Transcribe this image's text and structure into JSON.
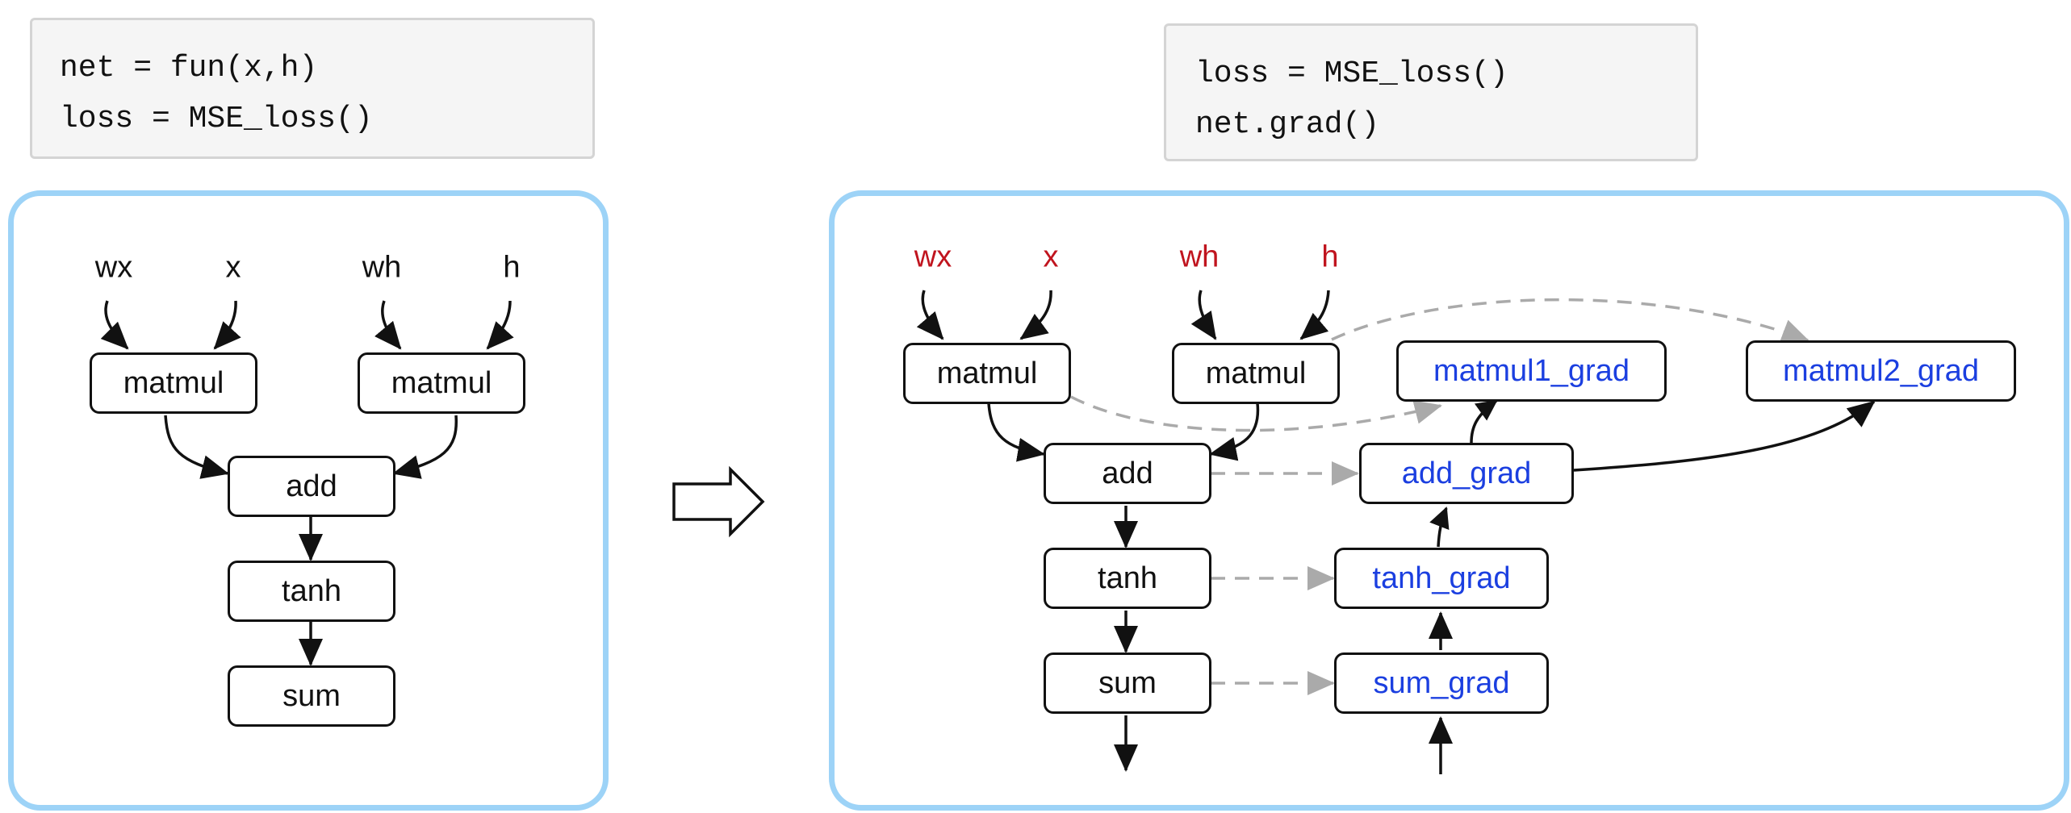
{
  "code_left": {
    "lines": [
      "net = fun(x,h)",
      "loss = MSE_loss()"
    ]
  },
  "code_right": {
    "lines": [
      "loss = MSE_loss()",
      "net.grad()"
    ]
  },
  "left_graph": {
    "inputs": [
      "wx",
      "x",
      "wh",
      "h"
    ],
    "nodes": {
      "matmul1": "matmul",
      "matmul2": "matmul",
      "add": "add",
      "tanh": "tanh",
      "sum": "sum"
    }
  },
  "right_graph": {
    "inputs": [
      "wx",
      "x",
      "wh",
      "h"
    ],
    "nodes": {
      "matmul1": "matmul",
      "matmul2": "matmul",
      "add": "add",
      "tanh": "tanh",
      "sum": "sum"
    },
    "grad_nodes": {
      "matmul1_grad": "matmul1_grad",
      "matmul2_grad": "matmul2_grad",
      "add_grad": "add_grad",
      "tanh_grad": "tanh_grad",
      "sum_grad": "sum_grad"
    }
  },
  "colors": {
    "panel_border": "#9dd3f7",
    "input_label_highlight": "#c0141e",
    "grad_text": "#1b3fe0",
    "dashed_edge": "#aaaaaa",
    "edge": "#111111"
  },
  "icons": {
    "transform_arrow": "right-outline-arrow-icon"
  }
}
